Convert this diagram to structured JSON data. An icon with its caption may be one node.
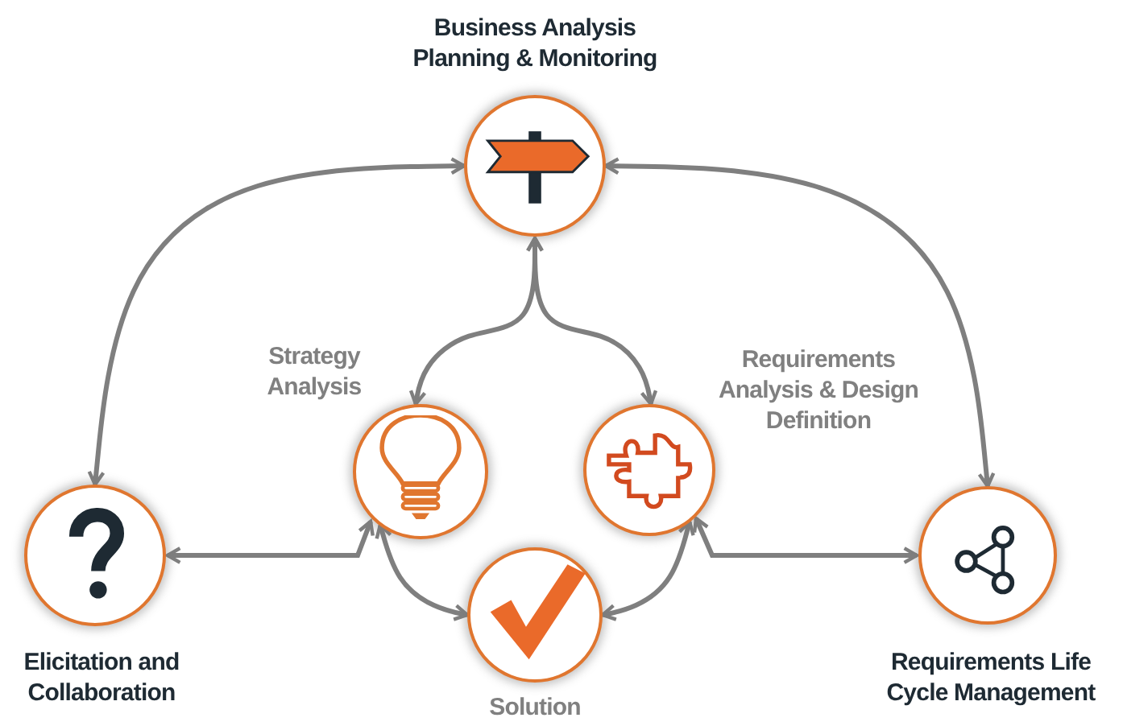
{
  "diagram": {
    "nodes": [
      {
        "text": [
          "Business Analysis Planning & Monitoring"
        ]
      },
      {
        "text": [
          "Strategy Analysis"
        ]
      },
      {
        "text": [
          "Requirements Analysis & Design Definition"
        ]
      },
      {
        "text": [
          "Elicitation and Collaboration"
        ]
      },
      {
        "text": [
          "Solution"
        ]
      },
      {
        "text": [
          "Requirements Life Cycle Management"
        ]
      }
    ],
    "edges": [
      {
        "from": 0,
        "to": 3,
        "arrow": "both"
      },
      {
        "from": 0,
        "to": 5,
        "arrow": "both"
      },
      {
        "from": 0,
        "to": 1,
        "arrow": "both"
      },
      {
        "from": 0,
        "to": 2,
        "arrow": "both"
      },
      {
        "from": 3,
        "to": 1,
        "arrow": "both"
      },
      {
        "from": 5,
        "to": 2,
        "arrow": "both"
      },
      {
        "from": 1,
        "to": 4,
        "arrow": "both"
      },
      {
        "from": 2,
        "to": 4,
        "arrow": "both"
      }
    ]
  }
}
